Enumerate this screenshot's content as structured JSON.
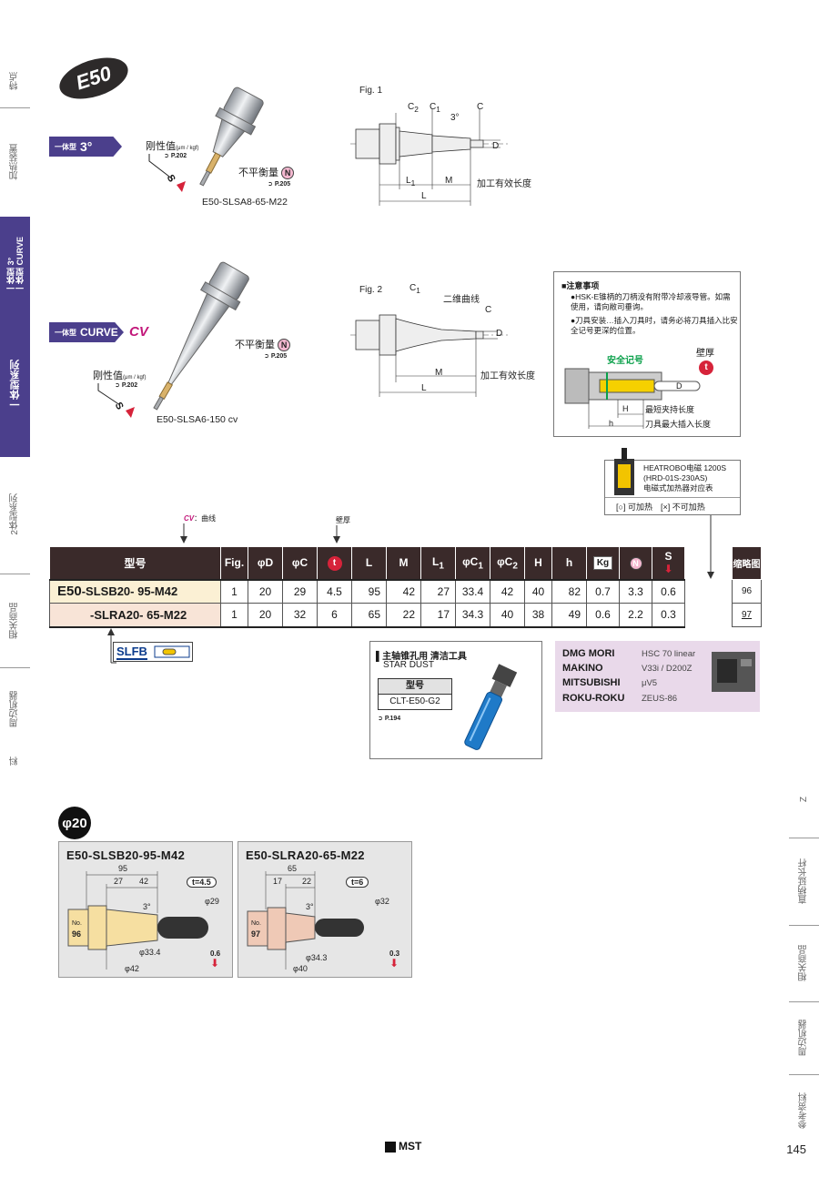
{
  "left_tabs": [
    "特点",
    "加热装置",
    "一体型 3°\n一体型 CURVE",
    "一体型系列",
    "2体型系列",
    "相关商品",
    "周边机器",
    "料"
  ],
  "right_tabs": [
    "Z",
    "直柄延长杆",
    "相关商品",
    "周边机器",
    "参考资料"
  ],
  "badge": "E50",
  "type1": {
    "small": "一体型",
    "big": "3°"
  },
  "type2": {
    "small": "一体型",
    "big": "CURVE",
    "cv": "CV"
  },
  "tool1": {
    "rigidity": "刚性值",
    "rigidity_unit": "(μm / kgf)",
    "rigidity_ref": "P.202",
    "unbalance": "不平衡量",
    "unbalance_ref": "P.205",
    "s_label": "S",
    "model": "E50-SLSA8-65-M22"
  },
  "tool2": {
    "rigidity": "刚性值",
    "rigidity_unit": "(μm / kgf)",
    "rigidity_ref": "P.202",
    "unbalance": "不平衡量",
    "unbalance_ref": "P.205",
    "s_label": "S",
    "model": "E50-SLSA6-150 cv"
  },
  "fig1": {
    "label": "Fig. 1",
    "c2": "C2",
    "c1": "C1",
    "deg": "3°",
    "c": "C",
    "d": "D",
    "l1": "L1",
    "m": "M",
    "l": "L",
    "eff": "加工有效长度"
  },
  "fig2": {
    "label": "Fig. 2",
    "c1": "C1",
    "curve": "二维曲线",
    "c": "C",
    "d": "D",
    "m": "M",
    "l": "L",
    "eff": "加工有效长度"
  },
  "notice": {
    "title": "■注意事项",
    "items": [
      "●HSK-E锥柄的刀柄没有附带冷却液导管。如需使用，请向敝司垂询。",
      "●刀具安装…插入刀具时，请务必将刀具插入比安全记号更深的位置。"
    ],
    "safety": "安全记号",
    "wall": "壁厚",
    "t": "t",
    "d": "D",
    "h_upper": "H",
    "h_lower": "h",
    "min_clamp": "最短夹持长度",
    "max_insert": "刀具最大插入长度"
  },
  "heat": {
    "line1": "HEATROBO电磁 1200S",
    "line2": "(HRD-01S-230AS)",
    "line3": "电磁式加热器对应表",
    "legend": "[○] 可加热　[×] 不可加热"
  },
  "table_notes": {
    "cv_note": "CV",
    "cv_note_text": "：曲线",
    "wall_note": "壁厚"
  },
  "table": {
    "headers": [
      "型号",
      "Fig.",
      "φD",
      "φC",
      "t",
      "L",
      "M",
      "L1",
      "φC1",
      "φC2",
      "H",
      "h",
      "Kg",
      "N",
      "S"
    ],
    "rows": [
      {
        "model_prefix": "E50",
        "model_rest": "-SLSB20- 95-M42",
        "cells": [
          "1",
          "20",
          "29",
          "4.5",
          "95",
          "42",
          "27",
          "33.4",
          "42",
          "40",
          "82",
          "0.7",
          "3.3",
          "0.6"
        ]
      },
      {
        "model_prefix": "",
        "model_rest": "-SLRA20- 65-M22",
        "cells": [
          "1",
          "20",
          "32",
          "6",
          "65",
          "22",
          "17",
          "34.3",
          "40",
          "38",
          "49",
          "0.6",
          "2.2",
          "0.3"
        ]
      }
    ],
    "shape_header": "缩略图",
    "shape_values": [
      "96",
      "97"
    ]
  },
  "slfb": "SLFB",
  "stardust": {
    "title": "▌主轴锥孔用 清洁工具",
    "name": "STAR DUST",
    "model_header": "型号",
    "model": "CLT-E50-G2",
    "ref": "P.194"
  },
  "machines": [
    {
      "brand": "DMG MORI",
      "model": "HSC 70 linear"
    },
    {
      "brand": "MAKINO",
      "model": "V33i / D200Z"
    },
    {
      "brand": "MITSUBISHI",
      "model": "μV5"
    },
    {
      "brand": "ROKU-ROKU",
      "model": "ZEUS-86"
    }
  ],
  "phi": "φ20",
  "card1": {
    "title": "E50-SLSB20-95-M42",
    "total": "95",
    "a": "27",
    "b": "42",
    "deg": "3°",
    "t": "t=4.5",
    "d": "φ29",
    "no_label": "No.",
    "no": "96",
    "c1": "φ33.4",
    "c2": "φ42",
    "s": "0.6"
  },
  "card2": {
    "title": "E50-SLRA20-65-M22",
    "total": "65",
    "a": "17",
    "b": "22",
    "deg": "3°",
    "t": "t=6",
    "d": "φ32",
    "no_label": "No.",
    "no": "97",
    "c1": "φ34.3",
    "c2": "φ40",
    "s": "0.3"
  },
  "brand": "MST",
  "page": "145",
  "colors": {
    "accent": "#4b3f8c",
    "table_head": "#3a2a2a",
    "cv": "#c2187a",
    "red": "#d6233a"
  }
}
